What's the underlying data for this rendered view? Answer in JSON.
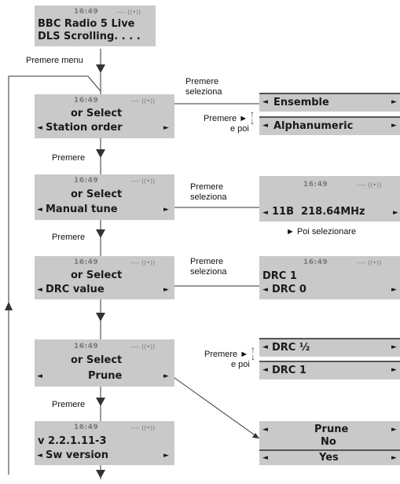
{
  "clock": "16:49",
  "signal_glyph": "---- ((•))",
  "screens": {
    "s1": {
      "l1": "BBC Radio 5 Live",
      "l2": "DLS Scrolling. . . ."
    },
    "s2": {
      "l1": "or Select",
      "l2": "Station order"
    },
    "s3": {
      "l1": "or Select",
      "l2": "Manual tune"
    },
    "s4": {
      "l1": "or Select",
      "l2": "DRC value"
    },
    "s5": {
      "l1": "or Select",
      "l2": "Prune"
    },
    "s6": {
      "l1": "v 2.2.1.11-3",
      "l2": "Sw version"
    },
    "station_order_opt1": "Ensemble",
    "station_order_opt2": "Alphanumeric",
    "manual_tune_value": "11B  218.64MHz",
    "drc_line1": "DRC 1",
    "drc_line2": "DRC 0",
    "drc_opt1": "DRC ½",
    "drc_opt2": "DRC 1",
    "prune_title": "Prune",
    "prune_no": "No",
    "prune_yes": "Yes"
  },
  "labels": {
    "premere_menu": "Premere menu",
    "premere": "Premere",
    "premere_seleziona": "Premere\nseleziona",
    "premere_arrow": "Premere ►",
    "e_poi": "e poi",
    "poi_selezionare": "► Poi selezionare"
  },
  "icons": {
    "left_arrow": "left-arrow-icon",
    "right_arrow": "right-arrow-icon",
    "down_arrow": "down-arrow-icon",
    "up_arrow": "up-arrow-icon",
    "signal": "signal-icon"
  },
  "colors": {
    "lcd_bg": "#c9c9c9",
    "lcd_text": "#1a1a1a",
    "line": "#333333"
  }
}
